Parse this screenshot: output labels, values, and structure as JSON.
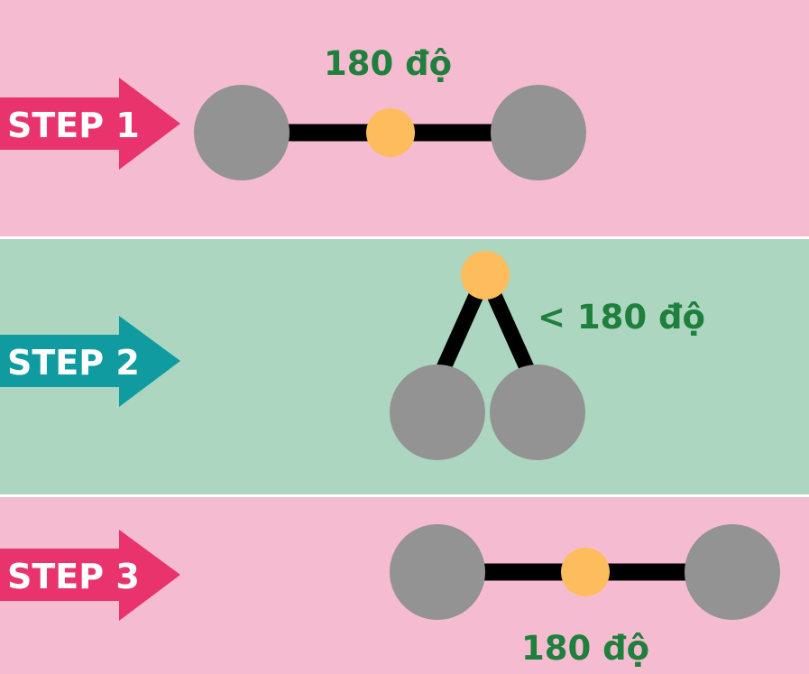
{
  "colors": {
    "pink_band": "#f5bcd1",
    "green_band": "#acd6c0",
    "pink_arrow": "#e8336c",
    "teal_arrow": "#0f9b9f",
    "ligand_atom": "#939393",
    "central_atom": "#fdbd5c",
    "bond": "#000000",
    "label_text": "#1f7f3c"
  },
  "steps": [
    {
      "label": "STEP 1",
      "angle_label": "180 độ",
      "geometry": "linear"
    },
    {
      "label": "STEP 2",
      "angle_label": "< 180 độ",
      "geometry": "bent"
    },
    {
      "label": "STEP 3",
      "angle_label": "180 độ",
      "geometry": "linear"
    }
  ]
}
